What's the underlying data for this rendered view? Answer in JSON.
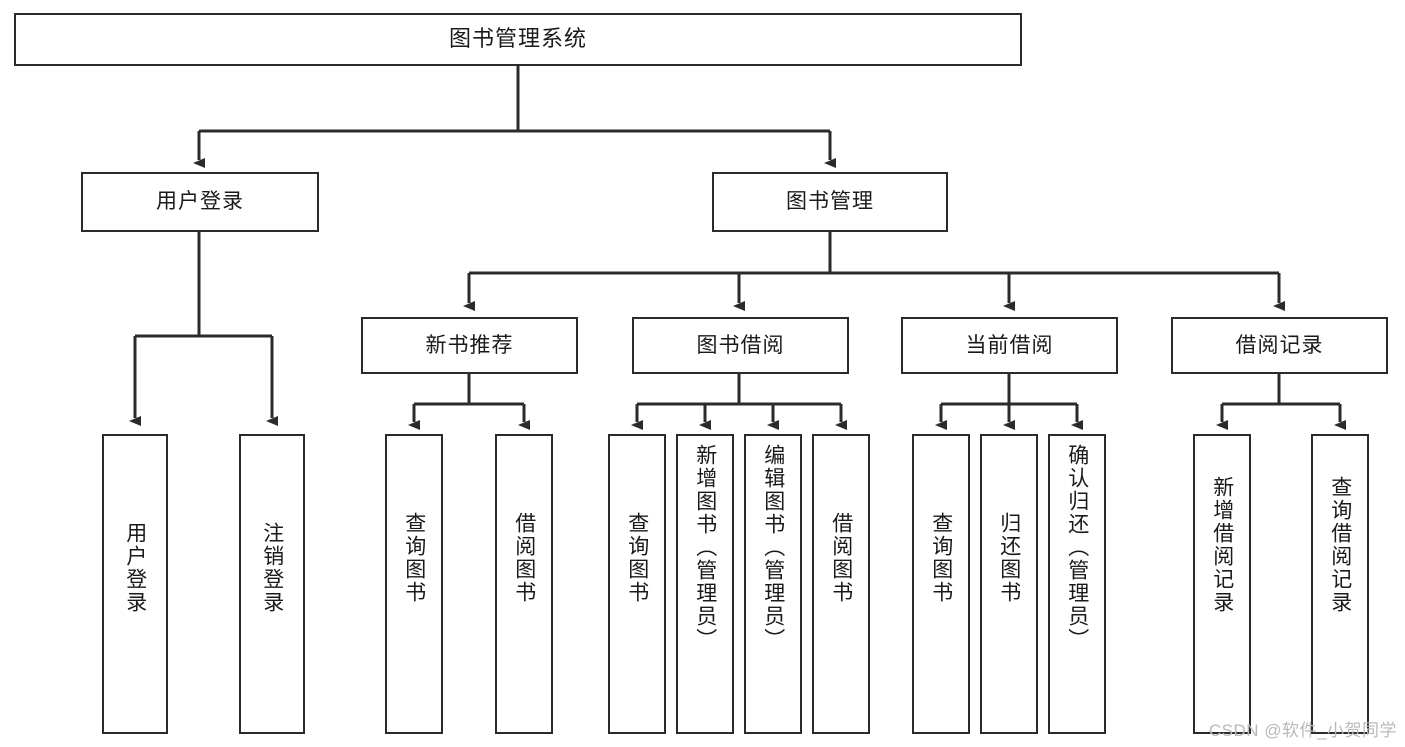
{
  "diagram": {
    "title": "图书管理系统",
    "type": "tree-hierarchy-chart",
    "colors": {
      "box_border": "#2b2b2b",
      "box_fill": "#ffffff",
      "connector": "#2b2b2b",
      "text": "#1a1a1a",
      "watermark": "#b9b9b9",
      "background": "#ffffff"
    },
    "root": {
      "label": "图书管理系统"
    },
    "level2": [
      {
        "id": "user-login",
        "label": "用户登录"
      },
      {
        "id": "book-manage",
        "label": "图书管理"
      }
    ],
    "level3": [
      {
        "id": "new-book-recommend",
        "label": "新书推荐",
        "parent": "book-manage"
      },
      {
        "id": "book-borrow",
        "label": "图书借阅",
        "parent": "book-manage"
      },
      {
        "id": "current-borrow",
        "label": "当前借阅",
        "parent": "book-manage"
      },
      {
        "id": "borrow-record",
        "label": "借阅记录",
        "parent": "book-manage"
      }
    ],
    "leaves": {
      "user-login": [
        {
          "id": "leaf-user-login",
          "label": "用户登录"
        },
        {
          "id": "leaf-logout",
          "label": "注销登录"
        }
      ],
      "new-book-recommend": [
        {
          "id": "leaf-query-book-1",
          "label": "查询图书"
        },
        {
          "id": "leaf-borrow-book-1",
          "label": "借阅图书"
        }
      ],
      "book-borrow": [
        {
          "id": "leaf-query-book-2",
          "label": "查询图书"
        },
        {
          "id": "leaf-add-book",
          "label": "新增图书（管理员）"
        },
        {
          "id": "leaf-edit-book",
          "label": "编辑图书（管理员）"
        },
        {
          "id": "leaf-borrow-book-2",
          "label": "借阅图书"
        }
      ],
      "current-borrow": [
        {
          "id": "leaf-query-book-3",
          "label": "查询图书"
        },
        {
          "id": "leaf-return-book",
          "label": "归还图书"
        },
        {
          "id": "leaf-confirm-return",
          "label": "确认归还（管理员）"
        }
      ],
      "borrow-record": [
        {
          "id": "leaf-add-record",
          "label": "新增借阅记录"
        },
        {
          "id": "leaf-query-record",
          "label": "查询借阅记录"
        }
      ]
    },
    "watermark": "CSDN @软件_小贺同学"
  }
}
